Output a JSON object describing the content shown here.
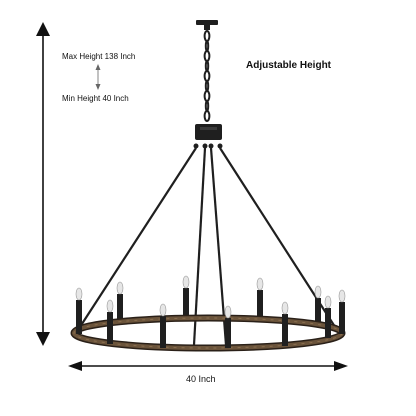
{
  "labels": {
    "max_height": "Max Height 138 Inch",
    "min_height": "Min Height 40 Inch",
    "adjustable": "Adjustable Height",
    "width": "40 Inch"
  },
  "colors": {
    "metal": "#1f1f1f",
    "wood": "#5a4632",
    "arrow": "#111111",
    "bulb": "#e6e6e6"
  },
  "icons": [
    "chandelier-image",
    "height-arrow-icon",
    "width-arrow-icon",
    "adjust-arrow-icon"
  ]
}
